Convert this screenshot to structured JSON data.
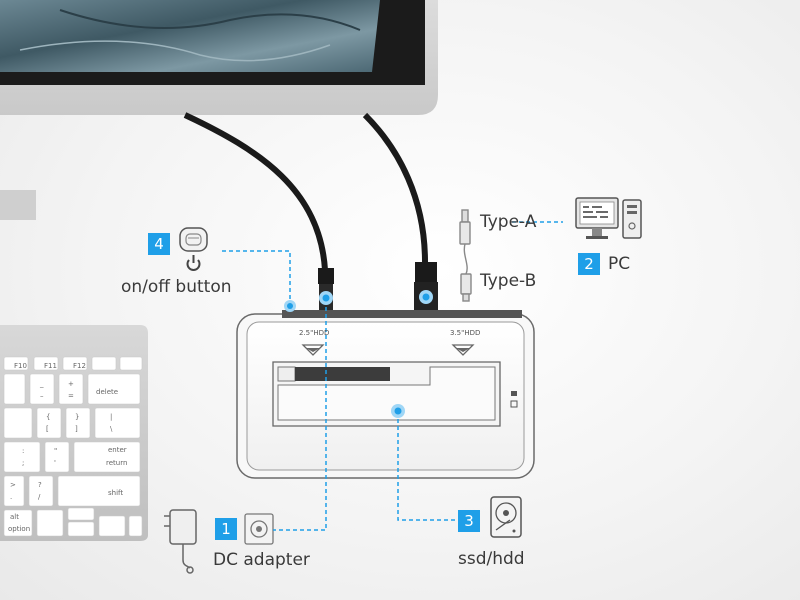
{
  "callouts": {
    "dc_adapter": {
      "number": "1",
      "label": "DC adapter"
    },
    "pc": {
      "number": "2",
      "label": "PC"
    },
    "ssd_hdd": {
      "number": "3",
      "label": "ssd/hdd"
    },
    "power_button": {
      "number": "4",
      "label": "on/off button"
    }
  },
  "connectors": {
    "type_a": "Type-A",
    "type_b": "Type-B"
  },
  "dock": {
    "slot_small": "2.5\"HDD",
    "slot_large": "3.5\"HDD"
  },
  "keyboard_keys": {
    "f10": "F10",
    "f11": "F11",
    "f12": "F12",
    "minus": "_",
    "minus_bottom": "–",
    "plus": "+",
    "plus_bottom": "=",
    "delete": "delete",
    "brace_open": "{",
    "brace_open_bottom": "[",
    "brace_close": "}",
    "brace_close_bottom": "]",
    "pipe": "|",
    "backslash": "\\",
    "colon": ":",
    "semicolon": ";",
    "quote": "\"",
    "apostrophe": "'",
    "enter": "enter",
    "return": "return",
    "gt": ">",
    "period": ".",
    "question": "?",
    "slash": "/",
    "shift": "shift",
    "alt": "alt",
    "option": "option"
  },
  "accent_color": "#1f9fe8"
}
